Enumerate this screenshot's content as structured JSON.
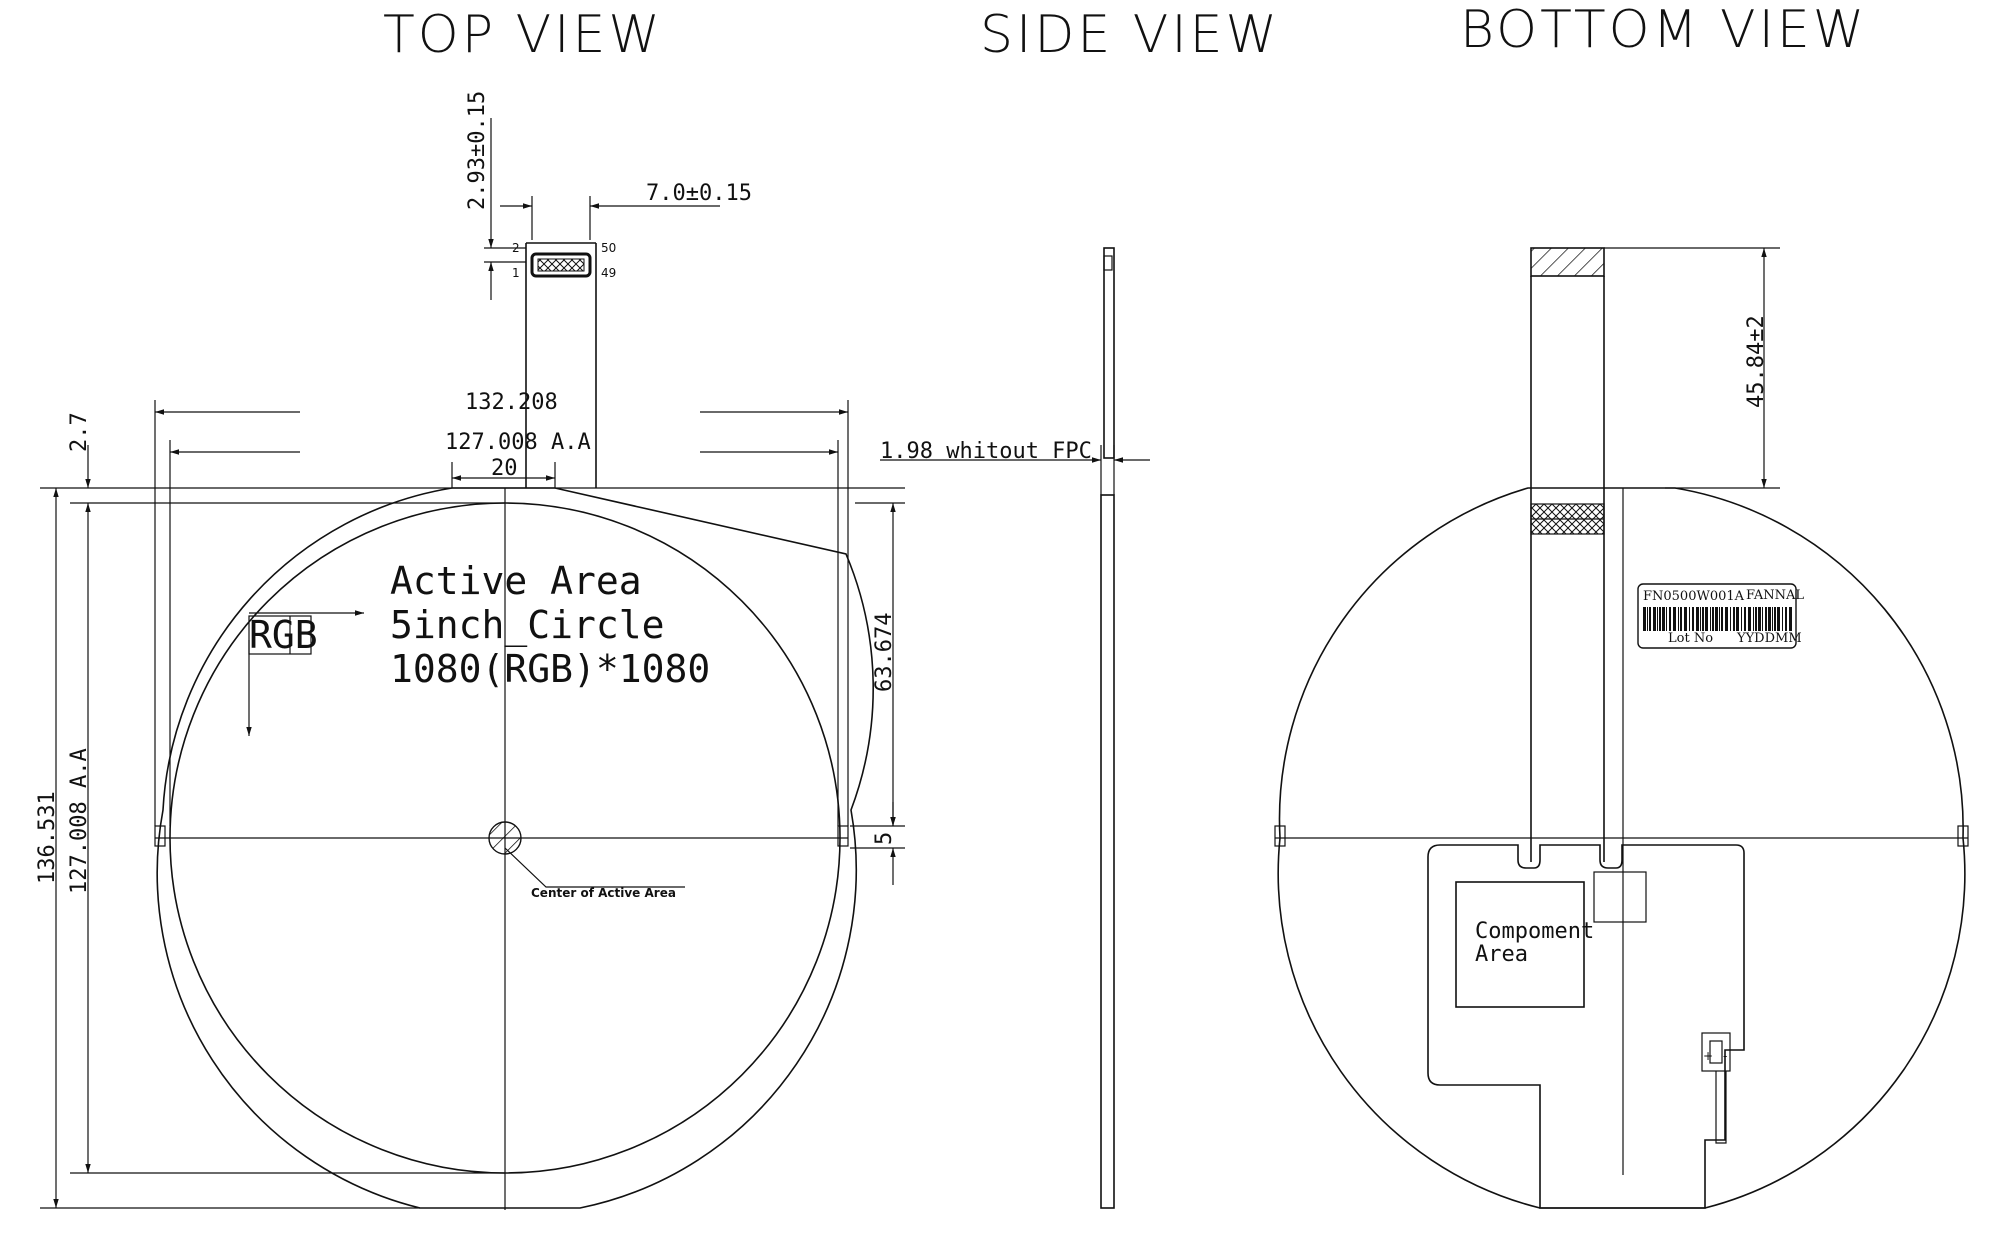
{
  "views": {
    "top": "TOP VIEW",
    "side": "SIDE VIEW",
    "bottom": "BOTTOM VIEW"
  },
  "dimensions": {
    "connector_height": "2.93±0.15",
    "connector_width": "7.0±0.15",
    "outline_width": "132.208",
    "aa_width": "127.008 A.A",
    "top_offset": "2.7",
    "flat_width": "20",
    "half_height": "63.674",
    "center_offset": "5",
    "outline_height": "136.531",
    "aa_height": "127.008 A.A",
    "thickness": "1.98 whitout FPC",
    "fpc_length": "45.84±2"
  },
  "labels": {
    "active_area_1": "Active Area",
    "active_area_2": "5inch_Circle",
    "active_area_3": "1080(RGB)*1080",
    "rgb": "RGB",
    "center": "Center of Active Area",
    "pin_2": "2",
    "pin_1": "1",
    "pin_50": "50",
    "pin_49": "49",
    "component_1": "Compoment",
    "component_2": "Area"
  },
  "barcode_label": {
    "part_no": "FN0500W001A",
    "brand": "FANNAL",
    "lot": "Lot No",
    "date": "YYDDMM"
  }
}
